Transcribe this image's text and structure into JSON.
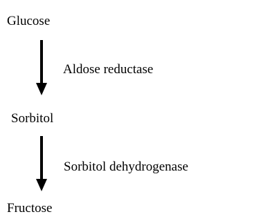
{
  "pathway": {
    "steps": [
      {
        "compound": "Glucose"
      },
      {
        "compound": "Sorbitol"
      },
      {
        "compound": "Fructose"
      }
    ],
    "enzymes": [
      {
        "name": "Aldose reductase"
      },
      {
        "name": "Sorbitol dehydrogenase"
      }
    ],
    "colors": {
      "text": "#000000",
      "arrow": "#000000",
      "background": "#ffffff"
    },
    "icons": [
      "arrow-down-icon",
      "arrow-down-icon"
    ]
  }
}
